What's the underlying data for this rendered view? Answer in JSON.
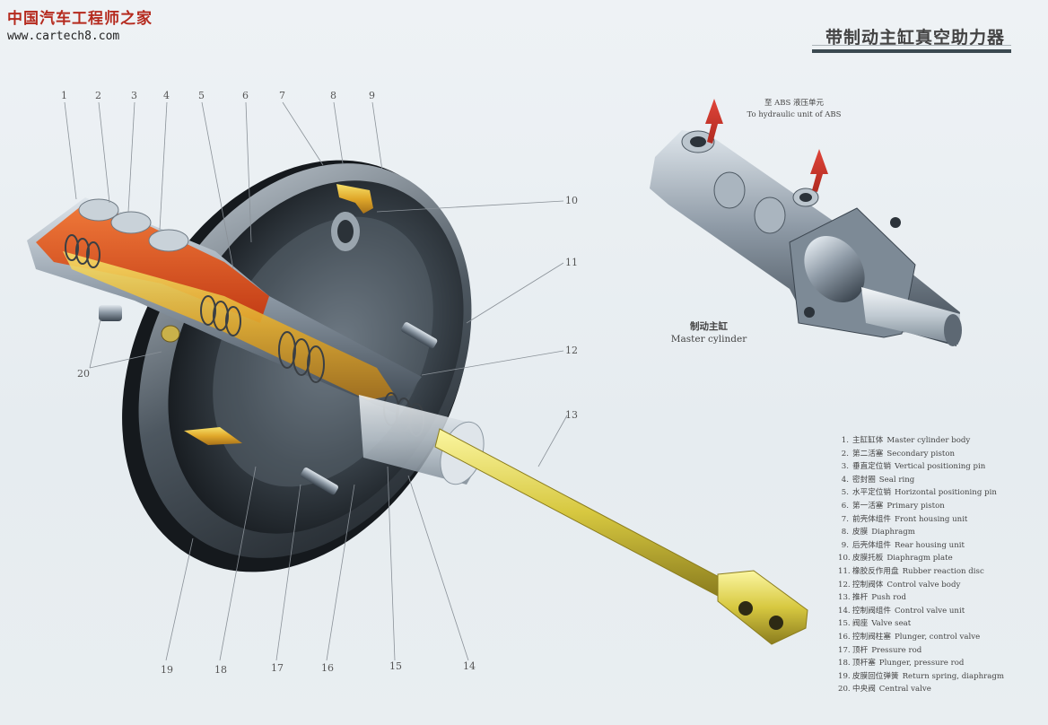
{
  "watermark": {
    "chinese": "中国汽车工程师之家",
    "url": "www.cartech8.com"
  },
  "title": "带制动主缸真空助力器",
  "master_cylinder": {
    "abs_label_zh": "至 ABS 液压单元",
    "abs_label_en": "To hydraulic unit of ABS",
    "caption_zh": "制动主缸",
    "caption_en": "Master cylinder"
  },
  "callouts": [
    "1",
    "2",
    "3",
    "4",
    "5",
    "6",
    "7",
    "8",
    "9",
    "10",
    "11",
    "12",
    "13",
    "14",
    "15",
    "16",
    "17",
    "18",
    "19",
    "20"
  ],
  "legend": [
    {
      "num": "1.",
      "zh": "主缸缸体",
      "en": "Master cylinder body"
    },
    {
      "num": "2.",
      "zh": "第二活塞",
      "en": "Secondary piston"
    },
    {
      "num": "3.",
      "zh": "垂直定位销",
      "en": "Vertical positioning pin"
    },
    {
      "num": "4.",
      "zh": "密封圈",
      "en": "Seal ring"
    },
    {
      "num": "5.",
      "zh": "水平定位销",
      "en": "Horizontal positioning pin"
    },
    {
      "num": "6.",
      "zh": "第一活塞",
      "en": "Primary piston"
    },
    {
      "num": "7.",
      "zh": "前壳体组件",
      "en": "Front housing unit"
    },
    {
      "num": "8.",
      "zh": "皮膜",
      "en": "Diaphragm"
    },
    {
      "num": "9.",
      "zh": "后壳体组件",
      "en": "Rear housing unit"
    },
    {
      "num": "10.",
      "zh": "皮膜托板",
      "en": "Diaphragm plate"
    },
    {
      "num": "11.",
      "zh": "橡胶反作用盘",
      "en": "Rubber reaction disc"
    },
    {
      "num": "12.",
      "zh": "控制阀体",
      "en": "Control valve body"
    },
    {
      "num": "13.",
      "zh": "推杆",
      "en": "Push rod"
    },
    {
      "num": "14.",
      "zh": "控制阀组件",
      "en": "Control valve unit"
    },
    {
      "num": "15.",
      "zh": "阀座",
      "en": "Valve seat"
    },
    {
      "num": "16.",
      "zh": "控制阀柱塞",
      "en": "Plunger, control valve"
    },
    {
      "num": "17.",
      "zh": "顶杆",
      "en": "Pressure rod"
    },
    {
      "num": "18.",
      "zh": "顶杆塞",
      "en": "Plunger, pressure rod"
    },
    {
      "num": "19.",
      "zh": "皮膜回位弹簧",
      "en": "Return spring, diaphragm"
    },
    {
      "num": "20.",
      "zh": "中央阀",
      "en": "Central valve"
    }
  ]
}
